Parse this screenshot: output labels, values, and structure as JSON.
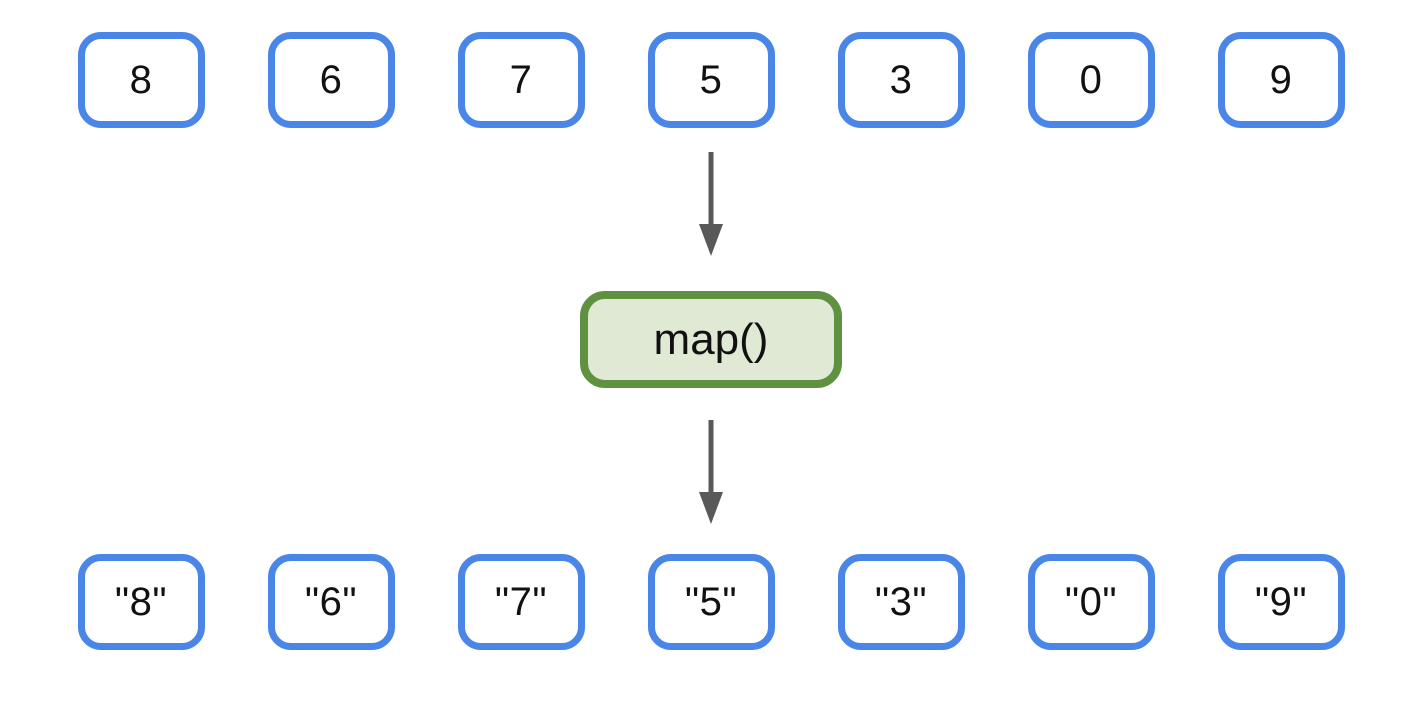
{
  "diagram": {
    "title": "map() transformation diagram",
    "input_row": {
      "description": "row of integer value boxes",
      "values": [
        "8",
        "6",
        "7",
        "5",
        "3",
        "0",
        "9"
      ]
    },
    "function_box": {
      "label": "map()"
    },
    "output_row": {
      "description": "row of string value boxes",
      "values": [
        "\"8\"",
        "\"6\"",
        "\"7\"",
        "\"5\"",
        "\"3\"",
        "\"0\"",
        "\"9\""
      ]
    },
    "arrows": {
      "input_to_function": "down",
      "function_to_output": "down"
    }
  },
  "colors": {
    "page_background": "#FFFFFF",
    "cell_border": "#4A86E8",
    "cell_background": "#FFFFFF",
    "function_border": "#5E9140",
    "function_background": "#DFE9D4",
    "arrow": "#595959",
    "text": "#111111"
  }
}
